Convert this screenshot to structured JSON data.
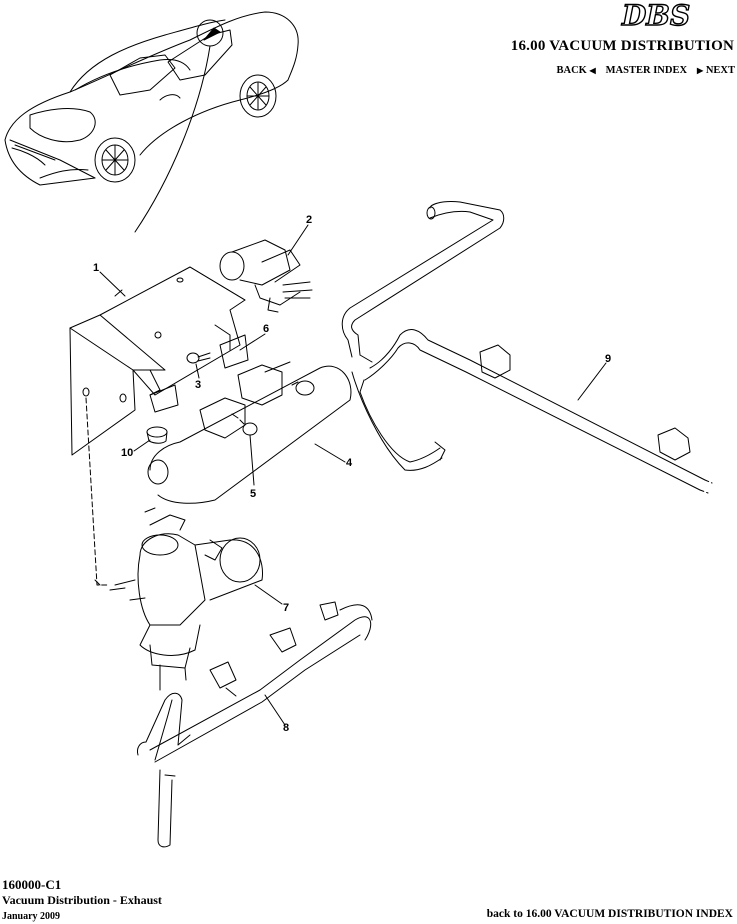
{
  "header": {
    "logo_text": "DBS",
    "section_title": "16.00 VACUUM DISTRIBUTION",
    "nav": {
      "back_label": "BACK",
      "master_index_label": "MASTER INDEX",
      "next_label": "NEXT"
    }
  },
  "callouts": [
    "1",
    "2",
    "3",
    "4",
    "5",
    "6",
    "7",
    "8",
    "9",
    "10"
  ],
  "footer": {
    "part_code": "160000-C1",
    "part_name": "Vacuum Distribution - Exhaust",
    "date": "January 2009",
    "back_link": "back to 16.00 VACUUM DISTRIBUTION INDEX"
  },
  "icons": {
    "back": "triangle-left-icon",
    "next": "triangle-right-icon"
  }
}
